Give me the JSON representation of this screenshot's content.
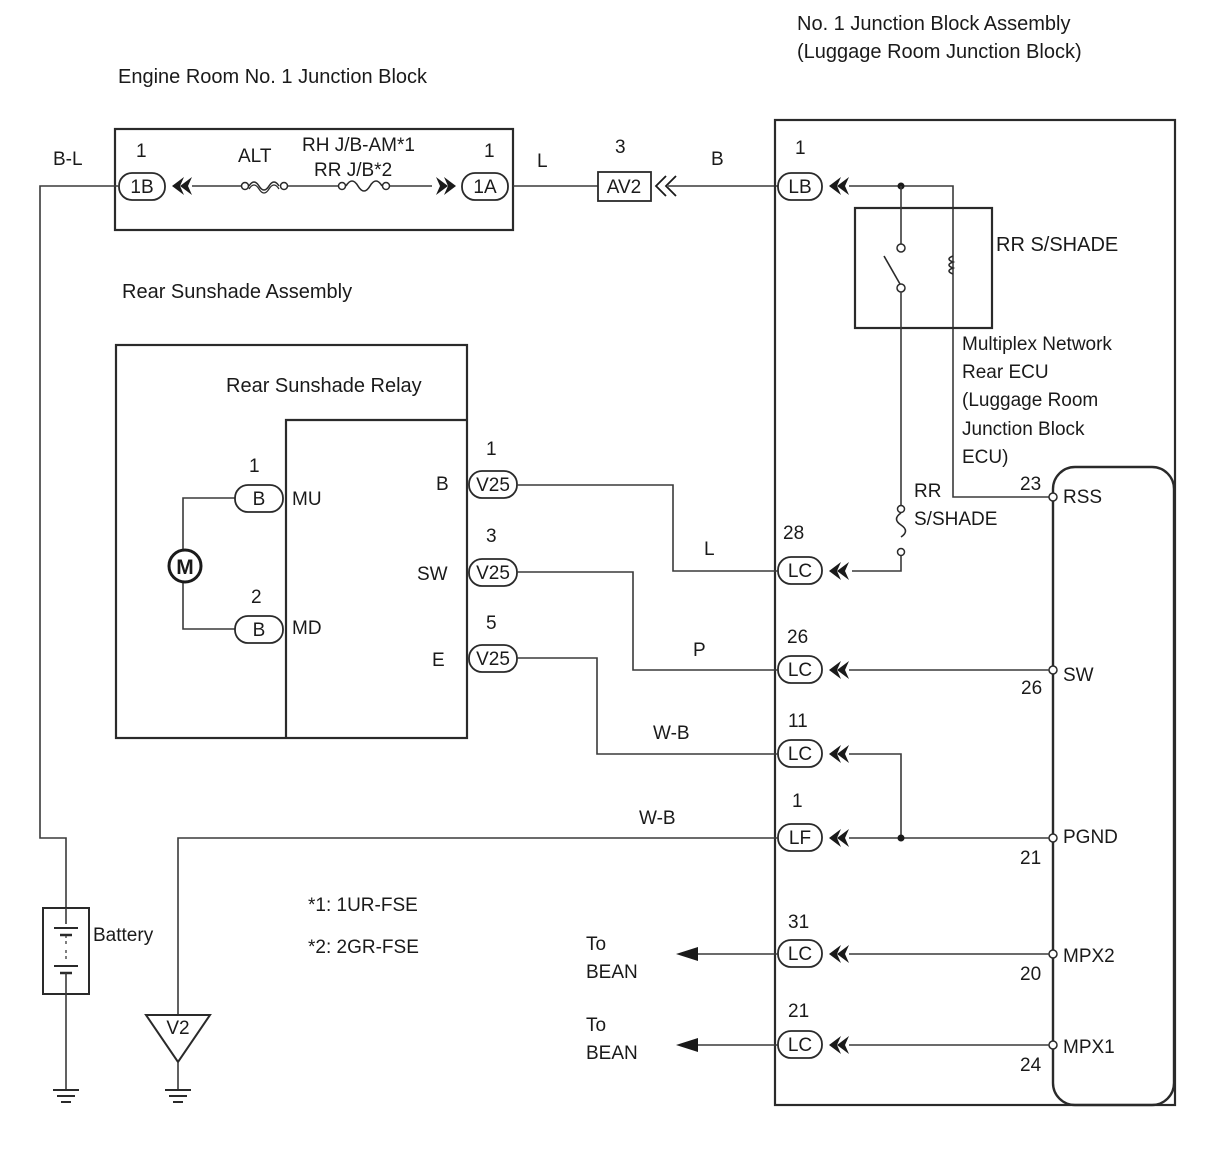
{
  "titles": {
    "jb1_line1": "No. 1 Junction Block Assembly",
    "jb1_line2": "(Luggage Room Junction Block)",
    "engine_room_jb": "Engine Room No. 1 Junction Block",
    "rear_sunshade_assembly": "Rear Sunshade Assembly",
    "rear_sunshade_relay": "Rear Sunshade Relay",
    "rr_sshade_relay": "RR S/SHADE",
    "ecu_line1": "Multiplex Network",
    "ecu_line2": "Rear ECU",
    "ecu_line3": "(Luggage Room",
    "ecu_line4": "Junction Block",
    "ecu_line5": "ECU)"
  },
  "fuses": {
    "alt": "ALT",
    "rh_jb_am": "RH J/B-AM*1",
    "rr_jb": "RR J/B*2",
    "rr_sshade_line1": "RR",
    "rr_sshade_line2": "S/SHADE"
  },
  "connectors": {
    "c_1b": {
      "id": "1B",
      "pin": "1"
    },
    "c_1a": {
      "id": "1A",
      "pin": "1"
    },
    "av2": {
      "id": "AV2",
      "pin": "3"
    },
    "lb": {
      "id": "LB",
      "pin": "1"
    },
    "lc28": {
      "id": "LC",
      "pin": "28"
    },
    "lc26": {
      "id": "LC",
      "pin": "26"
    },
    "lc11": {
      "id": "LC",
      "pin": "11"
    },
    "lf1": {
      "id": "LF",
      "pin": "1"
    },
    "lc31": {
      "id": "LC",
      "pin": "31"
    },
    "lc21": {
      "id": "LC",
      "pin": "21"
    },
    "v25_1": {
      "id": "V25",
      "pin": "1",
      "terminal": "B"
    },
    "v25_3": {
      "id": "V25",
      "pin": "3",
      "terminal": "SW"
    },
    "v25_5": {
      "id": "V25",
      "pin": "5",
      "terminal": "E"
    },
    "motor_b1": {
      "id": "B",
      "pin": "1",
      "terminal": "MU"
    },
    "motor_b2": {
      "id": "B",
      "pin": "2",
      "terminal": "MD"
    }
  },
  "motor_symbol": "M",
  "wires": {
    "bl": "B-L",
    "l_top": "L",
    "b_top": "B",
    "l_mid": "L",
    "p": "P",
    "wb1": "W-B",
    "wb2": "W-B"
  },
  "ecu_terminals": [
    {
      "name": "RSS",
      "pin": "23"
    },
    {
      "name": "SW",
      "pin": "26"
    },
    {
      "name": "PGND",
      "pin": "21"
    },
    {
      "name": "MPX2",
      "pin": "20"
    },
    {
      "name": "MPX1",
      "pin": "24"
    }
  ],
  "bean": {
    "to": "To",
    "bean": "BEAN"
  },
  "battery_label": "Battery",
  "ground_point": "V2",
  "notes": {
    "n1": "*1: 1UR-FSE",
    "n2": "*2: 2GR-FSE"
  }
}
